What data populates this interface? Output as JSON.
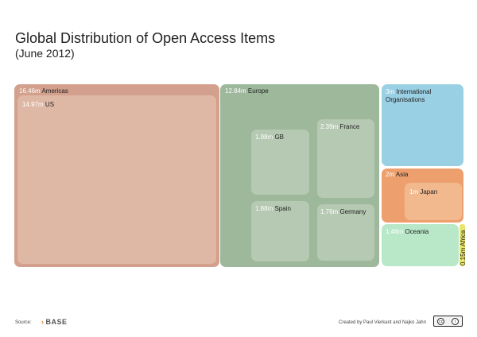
{
  "chart_data": {
    "type": "treemap",
    "title": "Global Distribution of Open Access Items",
    "subtitle": "(June 2012)",
    "unit": "m",
    "regions": [
      {
        "name": "Americas",
        "value_label": "16.46m",
        "value": 16.46,
        "children": [
          {
            "name": "US",
            "value_label": "14.97m",
            "value": 14.97
          }
        ]
      },
      {
        "name": "Europe",
        "value_label": "12.84m",
        "value": 12.84,
        "children": [
          {
            "name": "GB",
            "value_label": "1.98m",
            "value": 1.98
          },
          {
            "name": "France",
            "value_label": "2.39m",
            "value": 2.39
          },
          {
            "name": "Spain",
            "value_label": "1.88m",
            "value": 1.88
          },
          {
            "name": "Germany",
            "value_label": "1.76m",
            "value": 1.76
          }
        ]
      },
      {
        "name": "International Organisations",
        "value_label": "3m",
        "value": 3,
        "children": []
      },
      {
        "name": "Asia",
        "value_label": "2m",
        "value": 2,
        "children": [
          {
            "name": "Japan",
            "value_label": "1m",
            "value": 1
          }
        ]
      },
      {
        "name": "Oceania",
        "value_label": "1.46m",
        "value": 1.46,
        "children": []
      },
      {
        "name": "Africa",
        "value_label": "0.15m",
        "value": 0.15,
        "children": []
      }
    ],
    "colors": {
      "Americas": "#d3a08d",
      "US": "#dfb8a5",
      "Europe": "#9db89b",
      "Europe_child": "#b6c9b3",
      "International Organisations": "#9ad0e4",
      "Asia": "#eda06e",
      "Japan": "#f2b98e",
      "Oceania": "#b9e8c8",
      "Africa": "#e8e56c"
    }
  },
  "footer": {
    "source_label": "Source:",
    "source_logo": "BASE",
    "credit": "Created by Paul Vierkant and Najko Jahn",
    "license_icon": "cc-by-icon"
  }
}
